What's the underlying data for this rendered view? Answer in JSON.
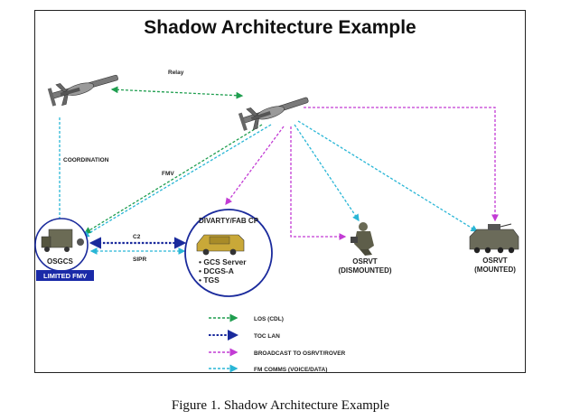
{
  "title": "Shadow Architecture Example",
  "caption": "Figure 1. Shadow Architecture Example",
  "labels": {
    "relay": "Relay",
    "coordination": "COORDINATION",
    "fmv": "FMV",
    "c2": "C2",
    "sipr": "SIPR"
  },
  "nodes": {
    "osgcs": "OSGCS",
    "limited_fmv": "LIMITED FMV",
    "divarty_title": "DIVARTY/FAB CP",
    "divarty_items": [
      "• GCS Server",
      "• DCGS-A",
      "• TGS"
    ],
    "osrvt_dismounted": [
      "OSRVT",
      "(DISMOUNTED)"
    ],
    "osrvt_mounted": [
      "OSRVT",
      "(MOUNTED)"
    ]
  },
  "legend": [
    {
      "label": "LOS (CDL)",
      "color": "#1f9e4f"
    },
    {
      "label": "TOC LAN",
      "color": "#1a2a9c"
    },
    {
      "label": "BROADCAST TO OSRVT/ROVER",
      "color": "#c23bd4"
    },
    {
      "label": "FM COMMS (VOICE/DATA)",
      "color": "#29b6d6"
    }
  ],
  "colors": {
    "los": "#1f9e4f",
    "toc": "#1a2a9c",
    "broadcast": "#c23bd4",
    "fm": "#29b6d6",
    "limited_fmv_bg": "#1a2aa8"
  }
}
